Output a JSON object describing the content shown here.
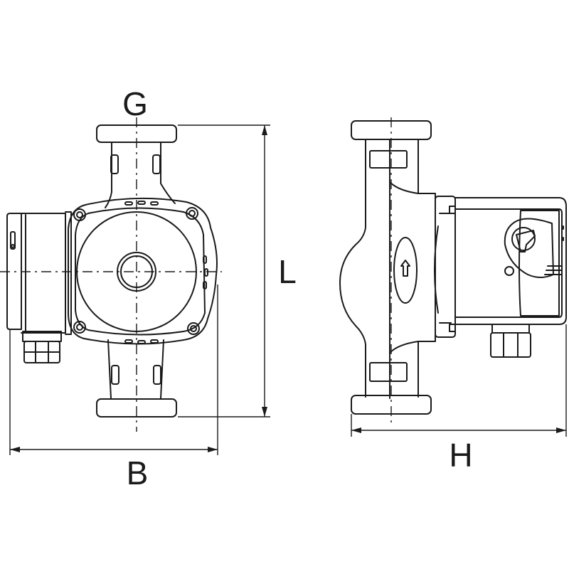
{
  "dimensions": {
    "g_label": "G",
    "l_label": "L",
    "b_label": "B",
    "h_label": "H"
  },
  "colors": {
    "line": "#1a1a1a",
    "background": "#ffffff"
  }
}
